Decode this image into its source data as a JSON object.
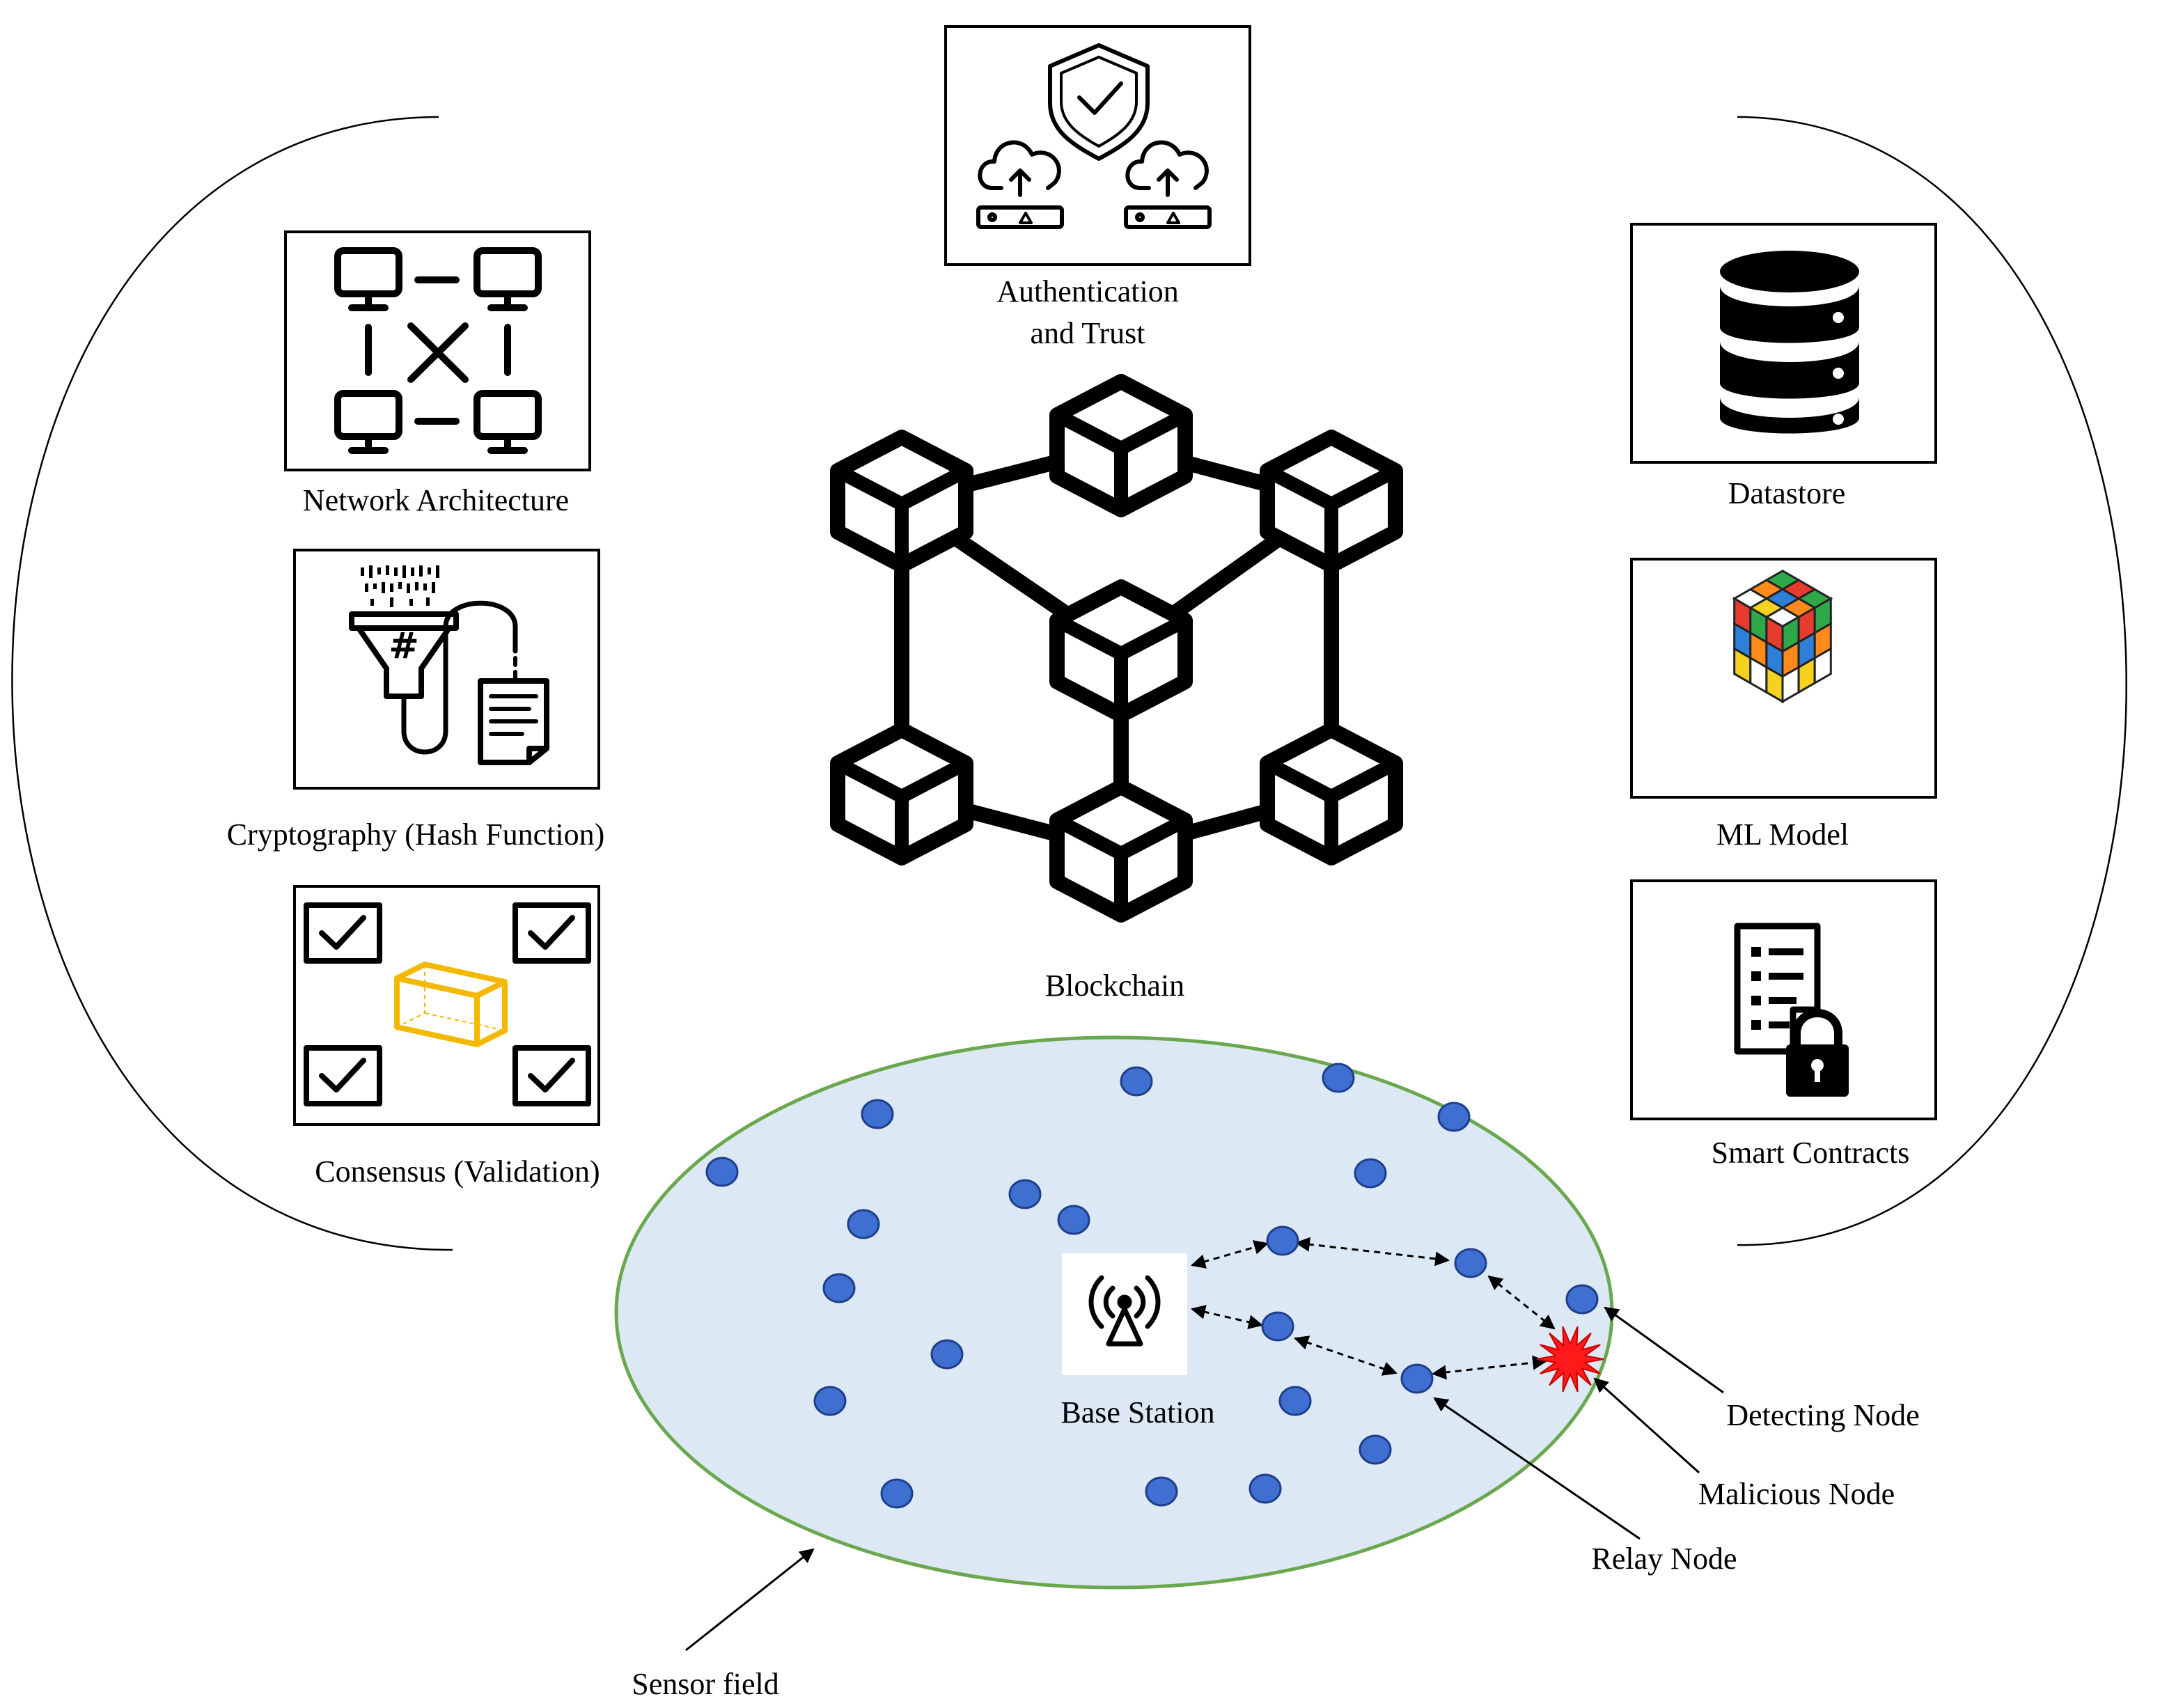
{
  "labels": {
    "authentication_line1": "Authentication",
    "authentication_line2": "and Trust",
    "network_architecture": "Network Architecture",
    "cryptography": "Cryptography (Hash Function)",
    "consensus": "Consensus (Validation)",
    "blockchain": "Blockchain",
    "datastore": "Datastore",
    "ml_model": "ML Model",
    "smart_contracts": "Smart Contracts",
    "base_station": "Base Station",
    "detecting_node": "Detecting Node",
    "malicious_node": "Malicious Node",
    "relay_node": "Relay Node",
    "sensor_field": "Sensor field",
    "hash_symbol": "#"
  },
  "colors": {
    "sensor_field_fill": "#dce9f5",
    "sensor_field_stroke": "#6aa84f",
    "node_fill": "#3f6fd1",
    "node_stroke": "#1f3f8a",
    "malicious": "#ff1a1a",
    "consensus_cube": "#f5b800"
  },
  "icons": {
    "authentication": "shield-cloud-server-icon",
    "network": "network-computers-icon",
    "cryptography": "hash-funnel-icon",
    "consensus": "checkbox-cube-icon",
    "blockchain": "blockchain-cubes-icon",
    "datastore": "database-icon",
    "ml_model": "rubiks-cube-icon",
    "smart_contracts": "document-lock-icon",
    "base_station": "antenna-tower-icon",
    "malicious": "starburst-icon"
  }
}
